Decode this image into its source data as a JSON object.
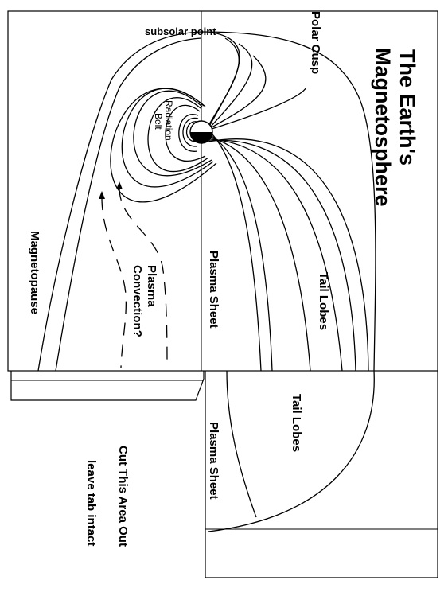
{
  "title_line1": "The Earth's",
  "title_line2": "Magnetosphere",
  "labels": {
    "subsolar_point": "subsolar  point",
    "polar_cusp": "Polar Cusp",
    "radiation_belt_line1": "Radiation",
    "radiation_belt_line2": "Belt",
    "magnetopause": "Magnetopause",
    "plasma_convection_line1": "Plasma",
    "plasma_convection_line2": "Convection?",
    "plasma_sheet_top": "Plasma Sheet",
    "tail_lobes_top": "Tail Lobes",
    "tail_lobes_bottom": "Tail Lobes",
    "plasma_sheet_bottom": "Plasma Sheet"
  },
  "instructions": {
    "cut_line": "Cut This Area Out",
    "tab_line": "leave tab intact"
  }
}
